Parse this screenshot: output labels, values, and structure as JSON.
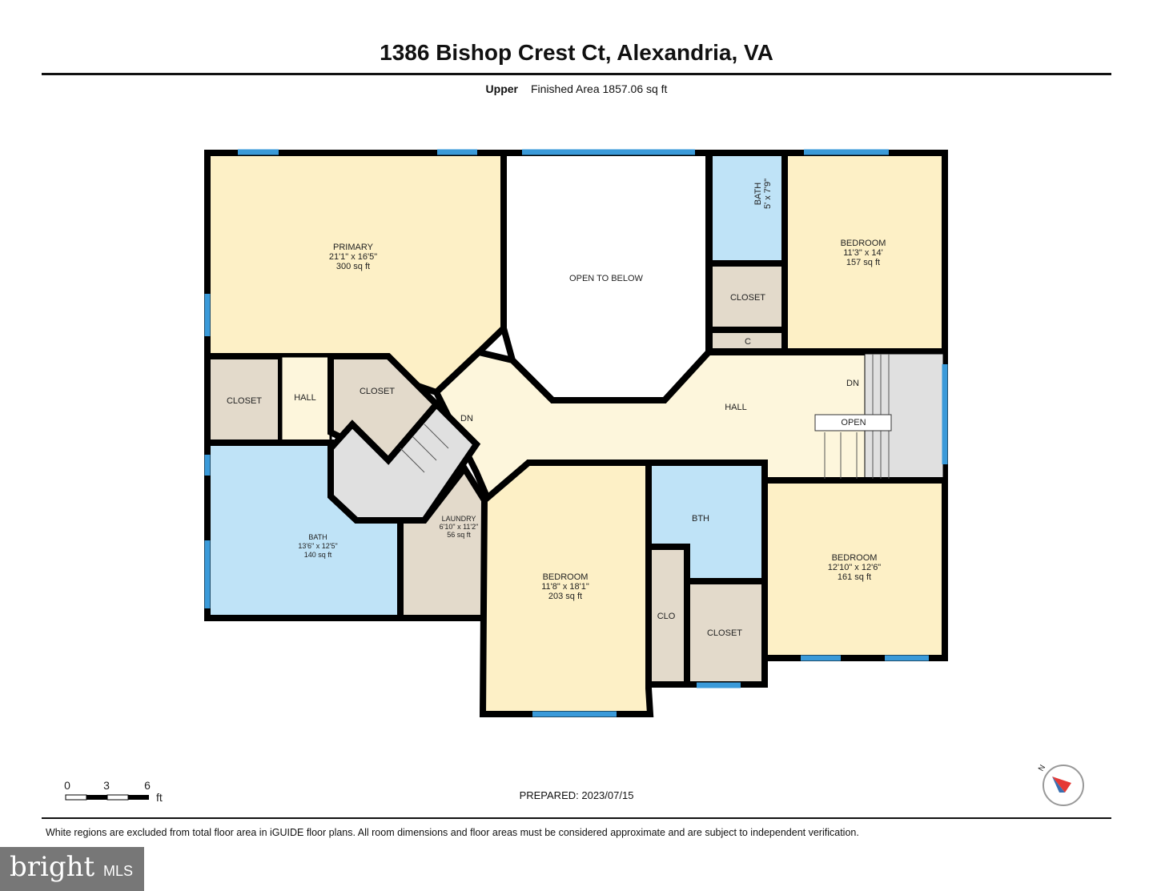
{
  "title": "1386 Bishop Crest Ct, Alexandria, VA",
  "floor": {
    "name": "Upper",
    "area": "Finished Area 1857.06 sq ft"
  },
  "rooms": {
    "primary": {
      "name": "PRIMARY",
      "dims": "21'1\" x 16'5\"",
      "area": "300 sq ft"
    },
    "open_below": "OPEN TO BELOW",
    "bath_ne": {
      "name": "BATH",
      "dims": "5' x 7'9\""
    },
    "closet_ne": "CLOSET",
    "c": "C",
    "bedroom_ne": {
      "name": "BEDROOM",
      "dims": "11'3\" x 14'",
      "area": "157 sq ft"
    },
    "closet_w": "CLOSET",
    "hall_w": "HALL",
    "closet_w2": "CLOSET",
    "dn_left": "DN",
    "hall": "HALL",
    "dn_right": "DN",
    "open": "OPEN",
    "bath": {
      "name": "BATH",
      "dims": "13'6\" x 12'5\"",
      "area": "140 sq ft"
    },
    "laundry": {
      "name": "LAUNDRY",
      "dims": "6'10\" x 11'2\"",
      "area": "56 sq ft"
    },
    "bedroom_c": {
      "name": "BEDROOM",
      "dims": "11'8\" x 18'1\"",
      "area": "203 sq ft"
    },
    "bth": "BTH",
    "clo": "CLO",
    "closet_s": "CLOSET",
    "bedroom_se": {
      "name": "BEDROOM",
      "dims": "12'10\" x 12'6\"",
      "area": "161 sq ft"
    }
  },
  "scale": {
    "ticks": [
      "0",
      "3",
      "6"
    ],
    "unit": "ft"
  },
  "prepared": "PREPARED: 2023/07/15",
  "compass": "N",
  "disclaimer": "White regions are excluded from total floor area in iGUIDE floor plans. All room dimensions and floor areas must be considered approximate and are subject to independent verification.",
  "logo": {
    "text": "bright",
    "suffix": "MLS"
  },
  "colors": {
    "living": "#fdf0c6",
    "hall": "#fdf6dc",
    "bath": "#bfe3f7",
    "closet": "#e3dacb",
    "stairs": "#e0e0e0",
    "window": "#3a9ad9"
  }
}
